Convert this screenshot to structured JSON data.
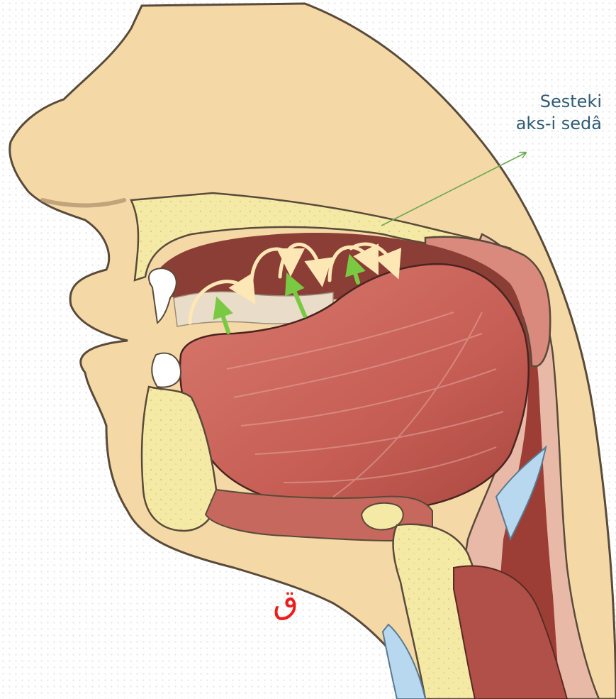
{
  "label": {
    "line1": "Sesteki",
    "line2": "aks-i sedâ"
  },
  "letter": "ق",
  "colors": {
    "skin": "#f4d9a6",
    "skin_outline": "#5a4a3a",
    "bone": "#f4eaa6",
    "cavity": "#8b3e35",
    "tongue": "#c9665d",
    "tissue_pink": "#e9b9a8",
    "echo_arrow": "#fde7b4",
    "airflow_arrow": "#7ac943",
    "pointer": "#6aa84f",
    "label_text": "#2f5b73",
    "letter": "#ee1b1b"
  },
  "icons": [
    "echo-arrow-icon",
    "airflow-arrow-icon",
    "pointer-line-icon"
  ]
}
